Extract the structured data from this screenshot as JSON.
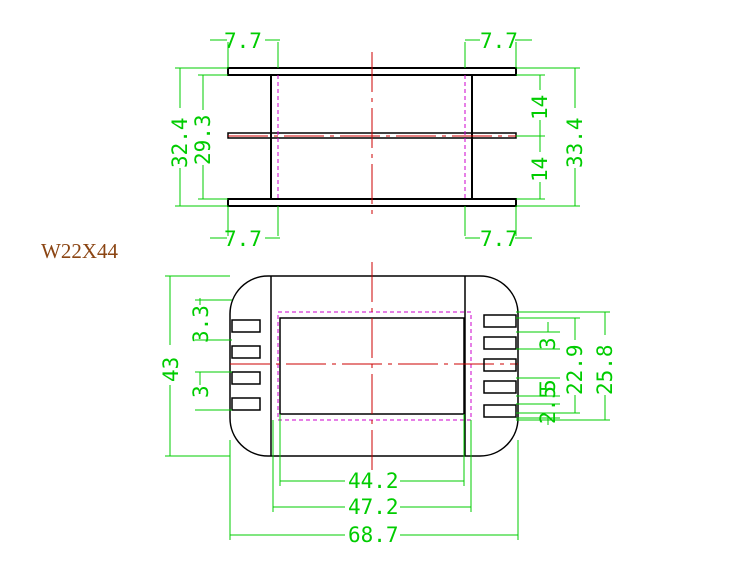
{
  "title": "W22X44",
  "dims": {
    "top_left_width": "7.7",
    "top_right_width": "7.7",
    "bottom_left_width": "7.7",
    "bottom_right_width": "7.7",
    "height_outer_left": "32.4",
    "height_inner_left": "29.3",
    "half_upper_right": "14",
    "half_lower_right": "14",
    "height_right": "33.4",
    "pin_pitch_left_top": "3.3",
    "pin_pitch_left_bottom": "3",
    "overall_height": "43",
    "pin_pitch_right": "3",
    "gap_right": "5",
    "pin_offset_right": "2.5",
    "window_height": "22.9",
    "span_height": "25.8",
    "window_width": "44.2",
    "inner_width": "47.2",
    "overall_width": "68.7"
  },
  "colors": {
    "dimension": "#00cc00",
    "outline": "#000000",
    "centerline": "#cc0000",
    "hidden": "#cc00cc",
    "title": "#8b4513"
  }
}
